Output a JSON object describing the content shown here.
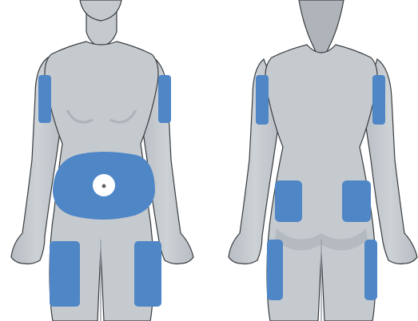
{
  "figure": {
    "views": [
      "front",
      "back"
    ]
  },
  "colors": {
    "background": "#ffffff",
    "skin": "#c5cacf",
    "skin_shade": "#aeb4ba",
    "outline": "#3a3d40",
    "injection_zone": "#4f86c6",
    "navel_exclusion": "#ffffff",
    "navel": "#5b5f63"
  },
  "injection_sites": {
    "front": [
      "left-upper-arm",
      "right-upper-arm",
      "abdomen",
      "left-thigh",
      "right-thigh"
    ],
    "back": [
      "left-upper-arm",
      "right-upper-arm",
      "left-buttock",
      "right-buttock",
      "left-thigh",
      "right-thigh"
    ]
  }
}
